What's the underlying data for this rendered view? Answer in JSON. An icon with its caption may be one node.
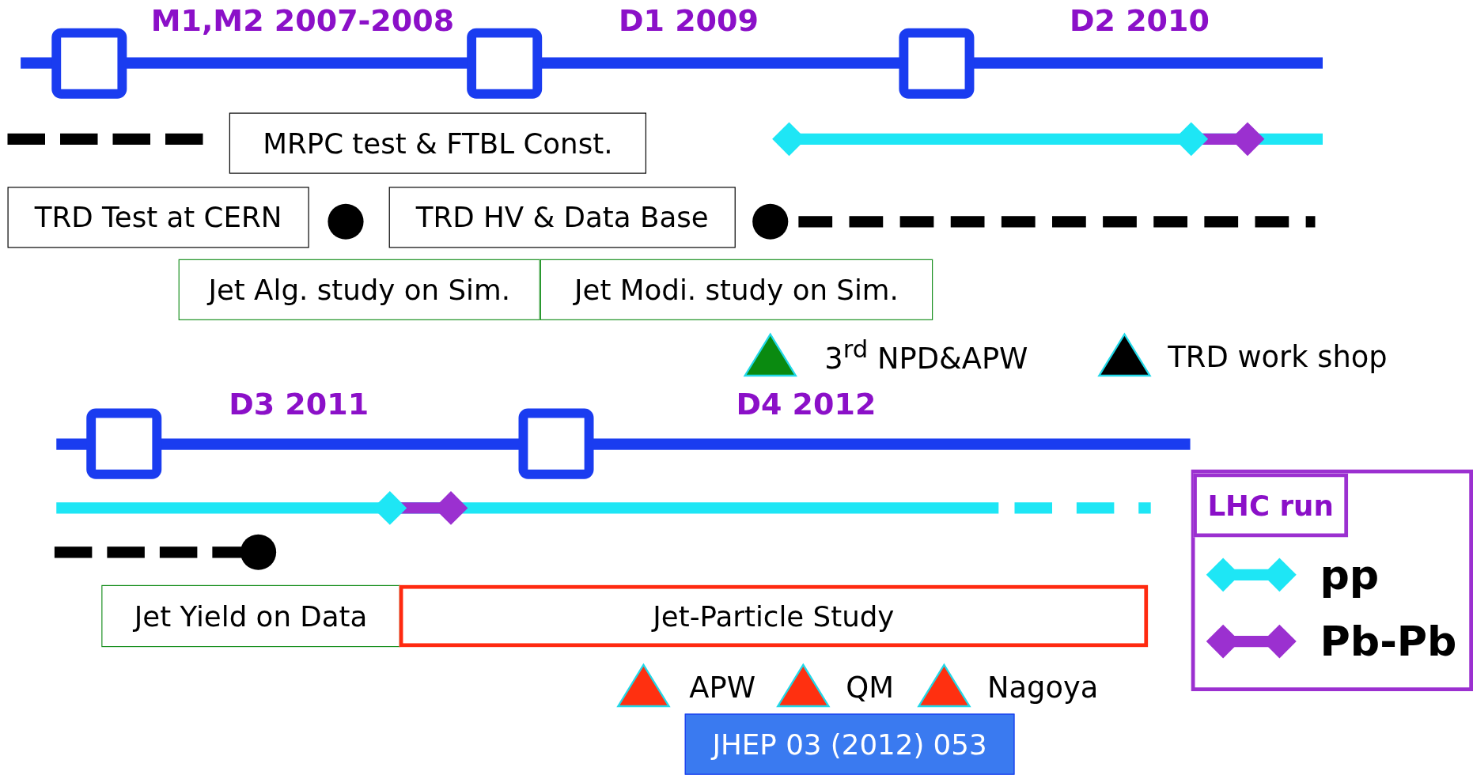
{
  "diagram": {
    "nodes": [
      {
        "text": [
          "MRPC test & FTBL Const."
        ]
      },
      {
        "text": [
          "TRD Test at CERN"
        ]
      },
      {
        "text": [
          "TRD HV & Data Base"
        ]
      },
      {
        "text": [
          "Jet Alg. study on Sim."
        ]
      },
      {
        "text": [
          "Jet Modi. study on Sim."
        ]
      },
      {
        "text": [
          "Jet Yield on Data"
        ]
      },
      {
        "text": [
          "Jet-Particle Study"
        ]
      },
      {
        "text": [
          "JHEP 03 (2012) 053"
        ]
      },
      {
        "text": [
          "LHC run"
        ]
      }
    ],
    "edges": [],
    "labels": [
      "M1,M2 2007-2008",
      "D1 2009",
      "D2 2010",
      "3$^{rd}$ NPD&APW",
      "TRD work shop",
      "D3 2011",
      "D4 2012",
      "APW",
      "QM",
      "Nagoya"
    ],
    "legend": [
      {
        "text": "pp"
      },
      {
        "text": "Pb-Pb"
      }
    ]
  }
}
